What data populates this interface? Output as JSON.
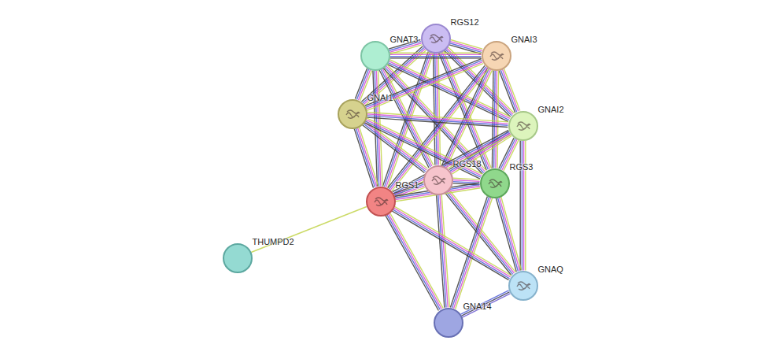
{
  "diagram": {
    "nodes": [
      {
        "text": [
          "RGS12"
        ]
      },
      {
        "text": [
          "GNAT3"
        ]
      },
      {
        "text": [
          "GNAI3"
        ]
      },
      {
        "text": [
          "GNAI1"
        ]
      },
      {
        "text": [
          "GNAI2"
        ]
      },
      {
        "text": [
          "RGS18"
        ]
      },
      {
        "text": [
          "RGS3"
        ]
      },
      {
        "text": [
          "RGS1"
        ]
      },
      {
        "text": [
          "THUMPD2"
        ]
      },
      {
        "text": [
          "GNAQ"
        ]
      },
      {
        "text": [
          "GNA14"
        ]
      }
    ],
    "edges": [
      {
        "from": 0,
        "to": 1,
        "arrow": "none"
      },
      {
        "from": 0,
        "to": 2,
        "arrow": "none"
      },
      {
        "from": 0,
        "to": 3,
        "arrow": "none"
      },
      {
        "from": 0,
        "to": 4,
        "arrow": "none"
      },
      {
        "from": 0,
        "to": 5,
        "arrow": "none"
      },
      {
        "from": 0,
        "to": 6,
        "arrow": "none"
      },
      {
        "from": 0,
        "to": 7,
        "arrow": "none"
      },
      {
        "from": 1,
        "to": 2,
        "arrow": "none"
      },
      {
        "from": 1,
        "to": 3,
        "arrow": "none"
      },
      {
        "from": 1,
        "to": 4,
        "arrow": "none"
      },
      {
        "from": 1,
        "to": 5,
        "arrow": "none"
      },
      {
        "from": 1,
        "to": 6,
        "arrow": "none"
      },
      {
        "from": 1,
        "to": 7,
        "arrow": "none"
      },
      {
        "from": 2,
        "to": 3,
        "arrow": "none"
      },
      {
        "from": 2,
        "to": 4,
        "arrow": "none"
      },
      {
        "from": 2,
        "to": 5,
        "arrow": "none"
      },
      {
        "from": 2,
        "to": 6,
        "arrow": "none"
      },
      {
        "from": 2,
        "to": 7,
        "arrow": "none"
      },
      {
        "from": 3,
        "to": 4,
        "arrow": "none"
      },
      {
        "from": 3,
        "to": 5,
        "arrow": "none"
      },
      {
        "from": 3,
        "to": 6,
        "arrow": "none"
      },
      {
        "from": 3,
        "to": 7,
        "arrow": "none"
      },
      {
        "from": 4,
        "to": 5,
        "arrow": "none"
      },
      {
        "from": 4,
        "to": 6,
        "arrow": "none"
      },
      {
        "from": 4,
        "to": 7,
        "arrow": "none"
      },
      {
        "from": 4,
        "to": 9,
        "arrow": "none"
      },
      {
        "from": 5,
        "to": 6,
        "arrow": "none"
      },
      {
        "from": 5,
        "to": 7,
        "arrow": "none"
      },
      {
        "from": 5,
        "to": 9,
        "arrow": "none"
      },
      {
        "from": 5,
        "to": 10,
        "arrow": "none"
      },
      {
        "from": 6,
        "to": 7,
        "arrow": "none"
      },
      {
        "from": 6,
        "to": 9,
        "arrow": "none"
      },
      {
        "from": 6,
        "to": 10,
        "arrow": "none"
      },
      {
        "from": 7,
        "to": 8,
        "arrow": "none"
      },
      {
        "from": 7,
        "to": 9,
        "arrow": "none"
      },
      {
        "from": 7,
        "to": 10,
        "arrow": "none"
      },
      {
        "from": 9,
        "to": 10,
        "arrow": "none"
      }
    ]
  }
}
